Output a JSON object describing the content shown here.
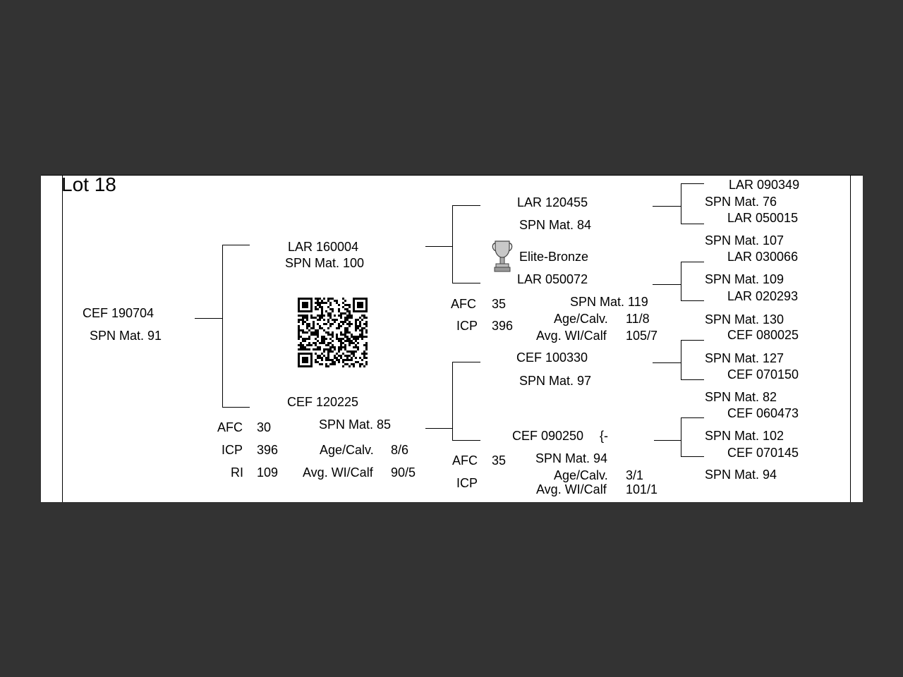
{
  "lot_title": "Lot 18",
  "subject": {
    "id": "CEF 190704",
    "spn": "SPN Mat. 91"
  },
  "sire": {
    "id": "LAR 160004",
    "spn": "SPN Mat. 100",
    "sire": {
      "id": "LAR 120455",
      "spn": "SPN Mat. 84"
    },
    "dam": {
      "id": "LAR 050072",
      "award": "Elite-Bronze",
      "spn": "SPN Mat. 119",
      "afc_label": "AFC",
      "afc": "35",
      "icp_label": "ICP",
      "icp": "396",
      "age_calv_label": "Age/Calv.",
      "age_calv": "11/8",
      "avg_wi_label": "Avg. WI/Calf",
      "avg_wi": "105/7"
    }
  },
  "dam": {
    "id": "CEF 120225",
    "spn": "SPN Mat. 85",
    "afc_label": "AFC",
    "afc": "30",
    "icp_label": "ICP",
    "icp": "396",
    "ri_label": "RI",
    "ri": "109",
    "age_calv_label": "Age/Calv.",
    "age_calv": "8/6",
    "avg_wi_label": "Avg. WI/Calf",
    "avg_wi": "90/5",
    "sire": {
      "id": "CEF 100330",
      "spn": "SPN Mat. 97"
    },
    "dam": {
      "id": "CEF 090250",
      "suffix": "{-",
      "spn": "SPN Mat. 94",
      "afc_label": "AFC",
      "afc": "35",
      "icp_label": "ICP",
      "age_calv_label": "Age/Calv.",
      "age_calv": "3/1",
      "avg_wi_label": "Avg. WI/Calf",
      "avg_wi": "101/1"
    }
  },
  "ggp": [
    {
      "id": "LAR 090349",
      "spn": "SPN Mat. 76"
    },
    {
      "id": "LAR 050015",
      "spn": "SPN Mat. 107"
    },
    {
      "id": "LAR 030066",
      "spn": "SPN Mat. 109"
    },
    {
      "id": "LAR 020293",
      "spn": "SPN Mat. 130"
    },
    {
      "id": "CEF 080025",
      "spn": "SPN Mat. 127"
    },
    {
      "id": "CEF 070150",
      "spn": "SPN Mat. 82"
    },
    {
      "id": "CEF 060473",
      "spn": "SPN Mat. 102"
    },
    {
      "id": "CEF 070145",
      "spn": "SPN Mat. 94"
    }
  ],
  "icons": {
    "qr": "qr-code-icon",
    "award": "trophy-icon"
  }
}
